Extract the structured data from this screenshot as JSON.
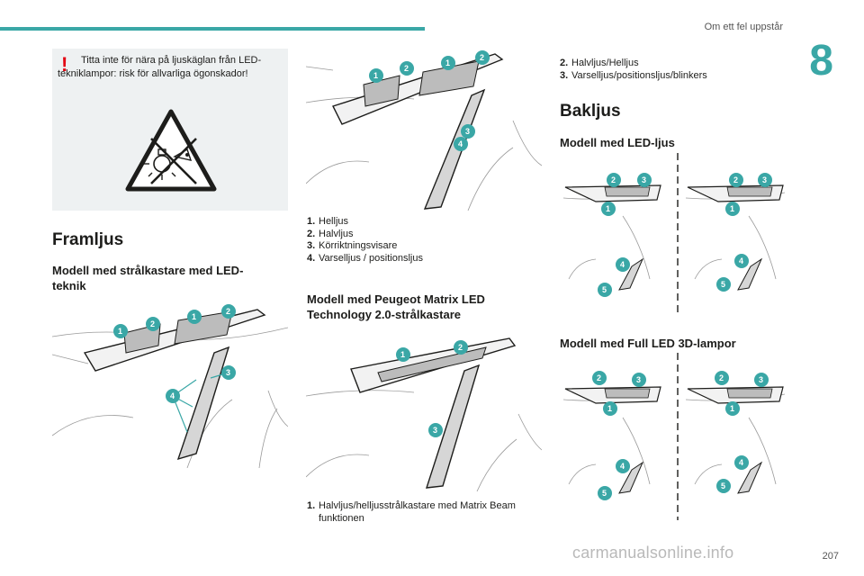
{
  "header": {
    "section_title": "Om ett fel uppstår",
    "chapter_number": "8"
  },
  "warning": {
    "mark": "!",
    "text": "Titta inte för nära på ljuskäglan från LED-tekniklampor: risk för allvarliga ögonskador!",
    "icon": "no-looking-at-light-icon"
  },
  "framljus": {
    "heading": "Framljus",
    "model_led": {
      "heading": "Modell med strålkastare med LED-teknik",
      "callouts": [
        "1",
        "2",
        "1",
        "2",
        "3",
        "4"
      ]
    },
    "figure_top": {
      "callouts": [
        "1",
        "2",
        "1",
        "2",
        "3",
        "4"
      ],
      "legend": [
        {
          "num": "1.",
          "text": "Helljus"
        },
        {
          "num": "2.",
          "text": "Halvljus"
        },
        {
          "num": "3.",
          "text": "Körriktningsvisare"
        },
        {
          "num": "4.",
          "text": "Varselljus / positionsljus"
        }
      ]
    },
    "model_matrix": {
      "heading": "Modell med Peugeot Matrix LED Technology 2.0-strålkastare",
      "callouts": [
        "1",
        "2",
        "3"
      ],
      "legend": [
        {
          "num": "1.",
          "text": "Halvljus/helljusstrålkastare med Matrix Beam funktionen"
        }
      ]
    },
    "right_legend": [
      {
        "num": "2.",
        "text": "Halvljus/Helljus"
      },
      {
        "num": "3.",
        "text": "Varselljus/positionsljus/blinkers"
      }
    ]
  },
  "bakljus": {
    "heading": "Bakljus",
    "model_led": {
      "heading": "Modell med LED-ljus",
      "callouts": [
        "2",
        "3",
        "1",
        "4",
        "5"
      ]
    },
    "model_full_led": {
      "heading": "Modell med Full LED 3D-lampor",
      "callouts": [
        "2",
        "3",
        "1",
        "4",
        "5"
      ]
    }
  },
  "footer": {
    "page_number": "207",
    "watermark": "carmanualsonline.info"
  },
  "colors": {
    "accent": "#3aa7a6",
    "warning_red": "#e30613",
    "box_bg": "#eef1f2"
  }
}
